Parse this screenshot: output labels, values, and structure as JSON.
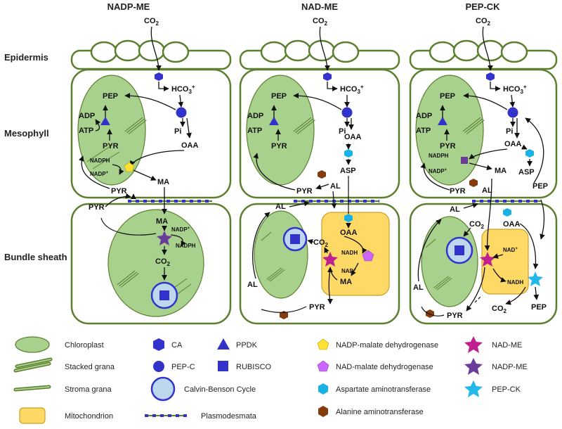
{
  "columns": [
    "NADP-ME",
    "NAD-ME",
    "PEP-CK"
  ],
  "rows": [
    "Epidermis",
    "Mesophyll",
    "Bundle sheath"
  ],
  "metabolites": {
    "co2": "CO",
    "co2_sub": "2",
    "hco3": "HCO",
    "hco3_sub": "3",
    "hco3_sup": "+",
    "pep": "PEP",
    "adp": "ADP",
    "atp": "ATP",
    "pi": "Pi",
    "oaa": "OAA",
    "pyr": "PYR",
    "ma": "MA",
    "asp": "ASP",
    "al": "AL",
    "nadph": "NADPH",
    "nadp": "NADP",
    "nadp_sup": "+",
    "nadh": "NADH",
    "nad": "NAD",
    "nad_sup": "+"
  },
  "legend": {
    "chloroplast": "Chloroplast",
    "stacked_grana": "Stacked grana",
    "stroma_grana": "Stroma grana",
    "mitochondrion": "Mitochondrion",
    "ca": "CA",
    "pepc": "PEP-C",
    "ppdk": "PPDK",
    "rubisco": "RUBISCO",
    "calvin": "Calvin-Benson Cycle",
    "plasmodesmata": "Plasmodesmata",
    "nadp_mdh": "NADP-malate dehydrogenase",
    "nad_mdh": "NAD-malate dehydrogenase",
    "asp_at": "Aspartate aminotransferase",
    "ala_at": "Alanine aminotransferase",
    "nad_me": "NAD-ME",
    "nadp_me": "NADP-ME",
    "pep_ck": "PEP-CK"
  },
  "colors": {
    "cell_border": "#5b7f2f",
    "chloroplast": "#a9d18e",
    "mitochondrion": "#ffd966",
    "ca_pepc_ppdk_rubisco": "#3333cc",
    "calvin_cycle": "#bdd7ee",
    "nadp_mdh": "#ffe135",
    "nad_mdh": "#cc66ff",
    "asp_at": "#1ab2e6",
    "ala_at": "#843c0c",
    "nad_me": "#c0208f",
    "nadp_me": "#6a3d9a",
    "pep_ck": "#22b8ea"
  },
  "icons": {
    "ca": "blue-hexagon-icon",
    "pepc": "blue-circle-icon",
    "ppdk": "blue-triangle-icon",
    "rubisco": "blue-square-icon",
    "nadp_mdh": "yellow-pentagon-icon",
    "nad_mdh": "purple-pentagon-icon",
    "asp_at": "cyan-hexagon-icon",
    "ala_at": "brown-hexagon-icon",
    "nad_me": "magenta-star-icon",
    "nadp_me": "purple-star-icon",
    "pep_ck": "cyan-star-icon"
  }
}
